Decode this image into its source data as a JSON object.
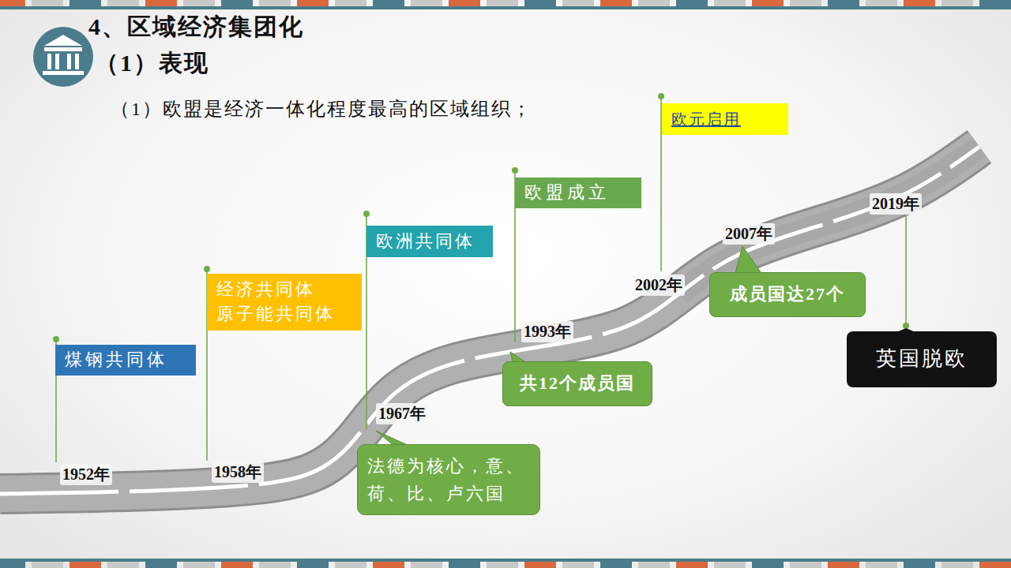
{
  "diagram": {
    "title": "4、区域经济集团化",
    "nodes": [
      {
        "text": [
          "煤钢共同体"
        ]
      },
      {
        "text": [
          "经济共同体",
          "原子能共同体"
        ]
      },
      {
        "text": [
          "欧洲共同体"
        ]
      },
      {
        "text": [
          "欧盟成立"
        ]
      },
      {
        "text": [
          "欧元启用"
        ]
      },
      {
        "text": [
          "法德为核心，意、荷、比、卢六国"
        ]
      },
      {
        "text": [
          "共12个成员国"
        ]
      },
      {
        "text": [
          "成员国达27个"
        ]
      },
      {
        "text": [
          "英国脱欧"
        ]
      }
    ],
    "labels": [
      "（1）表现",
      "（1）欧盟是经济一体化程度最高的区域组织；",
      "1952年",
      "1958年",
      "1967年",
      "1993年",
      "2002年",
      "2007年",
      "2019年"
    ]
  }
}
